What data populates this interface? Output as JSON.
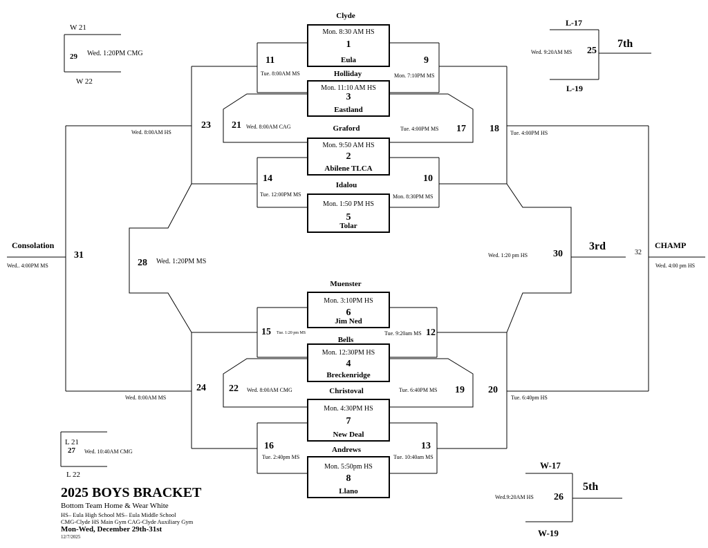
{
  "teams": {
    "clyde": "Clyde",
    "eula": "Eula",
    "holliday": "Holliday",
    "eastland": "Eastland",
    "graford": "Graford",
    "abilene": "Abilene TLCA",
    "idalou": "Idalou",
    "tolar": "Tolar",
    "muenster": "Muenster",
    "jimned": "Jim Ned",
    "bells": "Bells",
    "breckenridge": "Breckenridge",
    "christoval": "Christoval",
    "newdeal": "New Deal",
    "andrews": "Andrews",
    "llano": "Llano"
  },
  "games": {
    "g1": {
      "num": "1",
      "time": "Mon. 8:30 AM HS"
    },
    "g2": {
      "num": "2",
      "time": "Mon. 9:50 AM  HS"
    },
    "g3": {
      "num": "3",
      "time": "Mon. 11:10 AM  HS"
    },
    "g4": {
      "num": "4",
      "time": "Mon. 12:30PM HS"
    },
    "g5": {
      "num": "5",
      "time": "Mon. 1:50 PM  HS"
    },
    "g6": {
      "num": "6",
      "time": "Mon. 3:10PM HS"
    },
    "g7": {
      "num": "7",
      "time": "Mon. 4:30PM HS"
    },
    "g8": {
      "num": "8",
      "time": "Mon. 5:50pm  HS"
    },
    "g9": {
      "num": "9",
      "time": "Mon. 7:10PM  MS"
    },
    "g10": {
      "num": "10",
      "time": "Mon. 8:30PM  MS"
    },
    "g11": {
      "num": "11",
      "time": "Tue. 8:00AM  MS"
    },
    "g12": {
      "num": "12",
      "time": "Tue. 9:20am MS"
    },
    "g13": {
      "num": "13",
      "time": "Tue. 10:40am MS"
    },
    "g14": {
      "num": "14",
      "time": "Tue. 12:00PM MS"
    },
    "g15": {
      "num": "15",
      "time": "Tue. 1:20 pm  MS"
    },
    "g16": {
      "num": "16",
      "time": "Tue. 2:40pm MS"
    },
    "g17": {
      "num": "17",
      "time": "Tue. 4:00PM  MS"
    },
    "g18": {
      "num": "18",
      "time": "Tue. 4:00PM  HS"
    },
    "g19": {
      "num": "19",
      "time": "Tue. 6:40PM MS"
    },
    "g20": {
      "num": "20",
      "time": "Tue. 6:40pm  HS"
    },
    "g21": {
      "num": "21",
      "time": "Wed. 8:00AM CAG"
    },
    "g22": {
      "num": "22",
      "time": "Wed. 8:00AM CMG"
    },
    "g23": {
      "num": "23",
      "time": "Wed. 8:00AM  HS"
    },
    "g24": {
      "num": "24",
      "time": "Wed. 8:00AM  MS"
    },
    "g25": {
      "num": "25",
      "time": "Wed. 9:20AM MS"
    },
    "g26": {
      "num": "26",
      "time": "Wed.9:20AM  HS"
    },
    "g27": {
      "num": "27",
      "time": "Wed. 10:40AM CMG"
    },
    "g28": {
      "num": "28",
      "time": "Wed. 1:20PM MS"
    },
    "g29": {
      "num": "29",
      "time": "Wed. 1:20PM CMG"
    },
    "g30": {
      "num": "30",
      "time": "Wed.  1:20 pm   HS"
    },
    "g31": {
      "num": "31",
      "time": "Wed..  4:00PM MS"
    },
    "g32": {
      "num": "32",
      "time": "Wed. 4:00 pm  HS"
    }
  },
  "slots": {
    "w21": "W 21",
    "w22": "W 22",
    "l17": "L-17",
    "l19": "L-19",
    "l21": "L 21",
    "l22": "L 22",
    "w17": "W-17",
    "w19": "W-19"
  },
  "places": {
    "consolation": "Consolation",
    "champ": "CHAMP",
    "third": "3rd",
    "fifth": "5th",
    "seventh": "7th"
  },
  "footer": {
    "title": "2025 BOYS  BRACKET",
    "subtitle": "Bottom Team Home & Wear White",
    "legend1": "HS– Eula High School        MS– Eula Middle School",
    "legend2": "CMG-Clyde HS Main Gym  CAG-Clyde Auxiliary Gym",
    "dates": "Mon-Wed, December 29th-31st",
    "updated": "12/7/2025"
  }
}
